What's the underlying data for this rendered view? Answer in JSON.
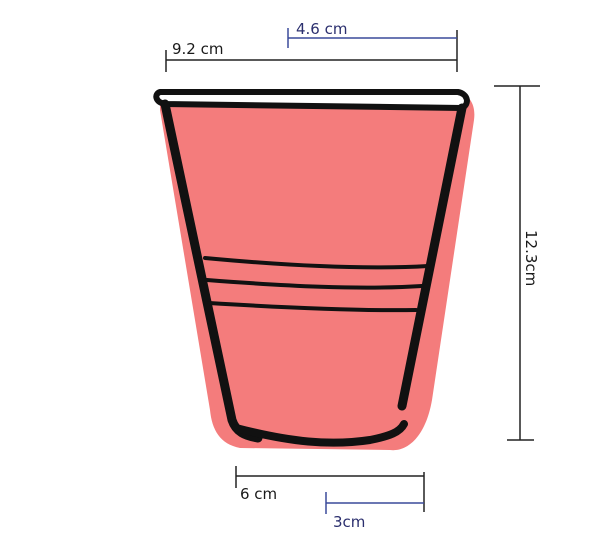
{
  "diagram": {
    "subject": "cup",
    "labels": {
      "top_diameter": "9.2 cm",
      "top_radius": "4.6 cm",
      "height": "12.3cm",
      "bottom_diameter": "6 cm",
      "bottom_radius": "3cm"
    },
    "colors": {
      "cup_fill": "#f47c7c",
      "cup_outline": "#111111",
      "rim_highlight": "#ffffff",
      "measure_line_black": "#222222",
      "measure_line_blue": "#3a4a9a"
    }
  }
}
